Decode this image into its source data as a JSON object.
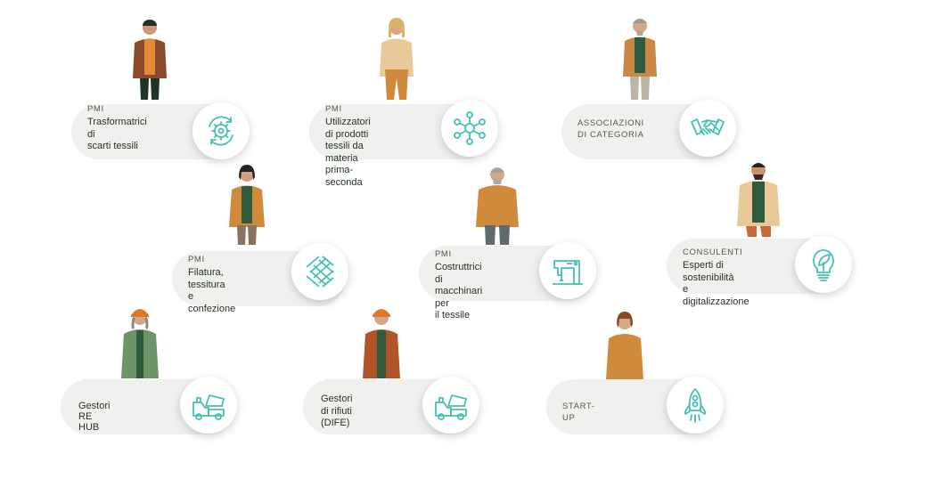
{
  "cards": {
    "pmi_trasformatrici": {
      "category": "PMI",
      "description": "Trasformatrici di\nscarti tessili",
      "icon": "gear-cycle-icon"
    },
    "pmi_utilizzatori": {
      "category": "PMI",
      "description": "Utilizzatori di prodotti\ntessili da materia\nprima-seconda",
      "icon": "network-nodes-icon"
    },
    "associazioni": {
      "category": "ASSOCIAZIONI\nDI CATEGORIA",
      "icon": "handshake-icon"
    },
    "pmi_filatura": {
      "category": "PMI",
      "description": "Filatura, tessitura\ne confezione",
      "icon": "weave-icon"
    },
    "pmi_costruttrici": {
      "category": "PMI",
      "description": "Costruttrici di\nmacchinari per\nil tessile",
      "icon": "sewing-machine-icon"
    },
    "consulenti": {
      "category": "CONSULENTI",
      "description": "Esperti di sostenibilità\n e digitalizzazione",
      "icon": "lightbulb-leaf-icon"
    },
    "gestori_rehub": {
      "label": "Gestori RE HUB",
      "icon": "dump-truck-icon"
    },
    "gestori_rifiuti": {
      "label": "Gestori di rifiuti\n(DIFE)",
      "icon": "dump-truck-icon"
    },
    "startup": {
      "category": "START-UP",
      "icon": "rocket-icon"
    }
  },
  "colors": {
    "icon_teal": "#45c1b3",
    "pill_bg": "#f0f0ef",
    "text_dark": "#243322",
    "person_orange": "#d08a3c",
    "person_green": "#2f5a3c",
    "person_brown": "#8a4a2a",
    "person_sage": "#6d9468"
  }
}
